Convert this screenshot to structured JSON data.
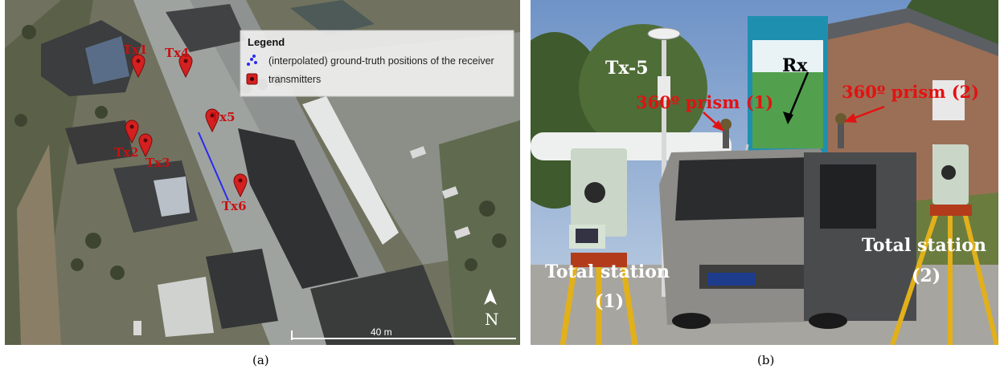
{
  "panel_a": {
    "caption": "(a)",
    "legend": {
      "title": "Legend",
      "items": [
        {
          "label": "(interpolated) ground-truth positions of the receiver",
          "icon": "blue-dots-icon"
        },
        {
          "label": "transmitters",
          "icon": "red-square-marker-icon"
        }
      ]
    },
    "transmitters": [
      "Tx1",
      "Tx4",
      "Tx5",
      "Tx2",
      "Tx3",
      "Tx6"
    ],
    "scale_bar": "40 m",
    "north": "N",
    "colors": {
      "marker": "#d42020",
      "label": "#c81010",
      "path": "#2a2af0"
    }
  },
  "panel_b": {
    "caption": "(b)",
    "labels": {
      "tx5": "Tx-5",
      "rx": "Rx",
      "prism1": "360º prism (1)",
      "prism2": "360º prism (2)",
      "station1_line1": "Total station",
      "station1_line2": "(1)",
      "station2_line1": "Total station",
      "station2_line2": "(2)"
    },
    "colors": {
      "prism": "#e31212"
    }
  }
}
